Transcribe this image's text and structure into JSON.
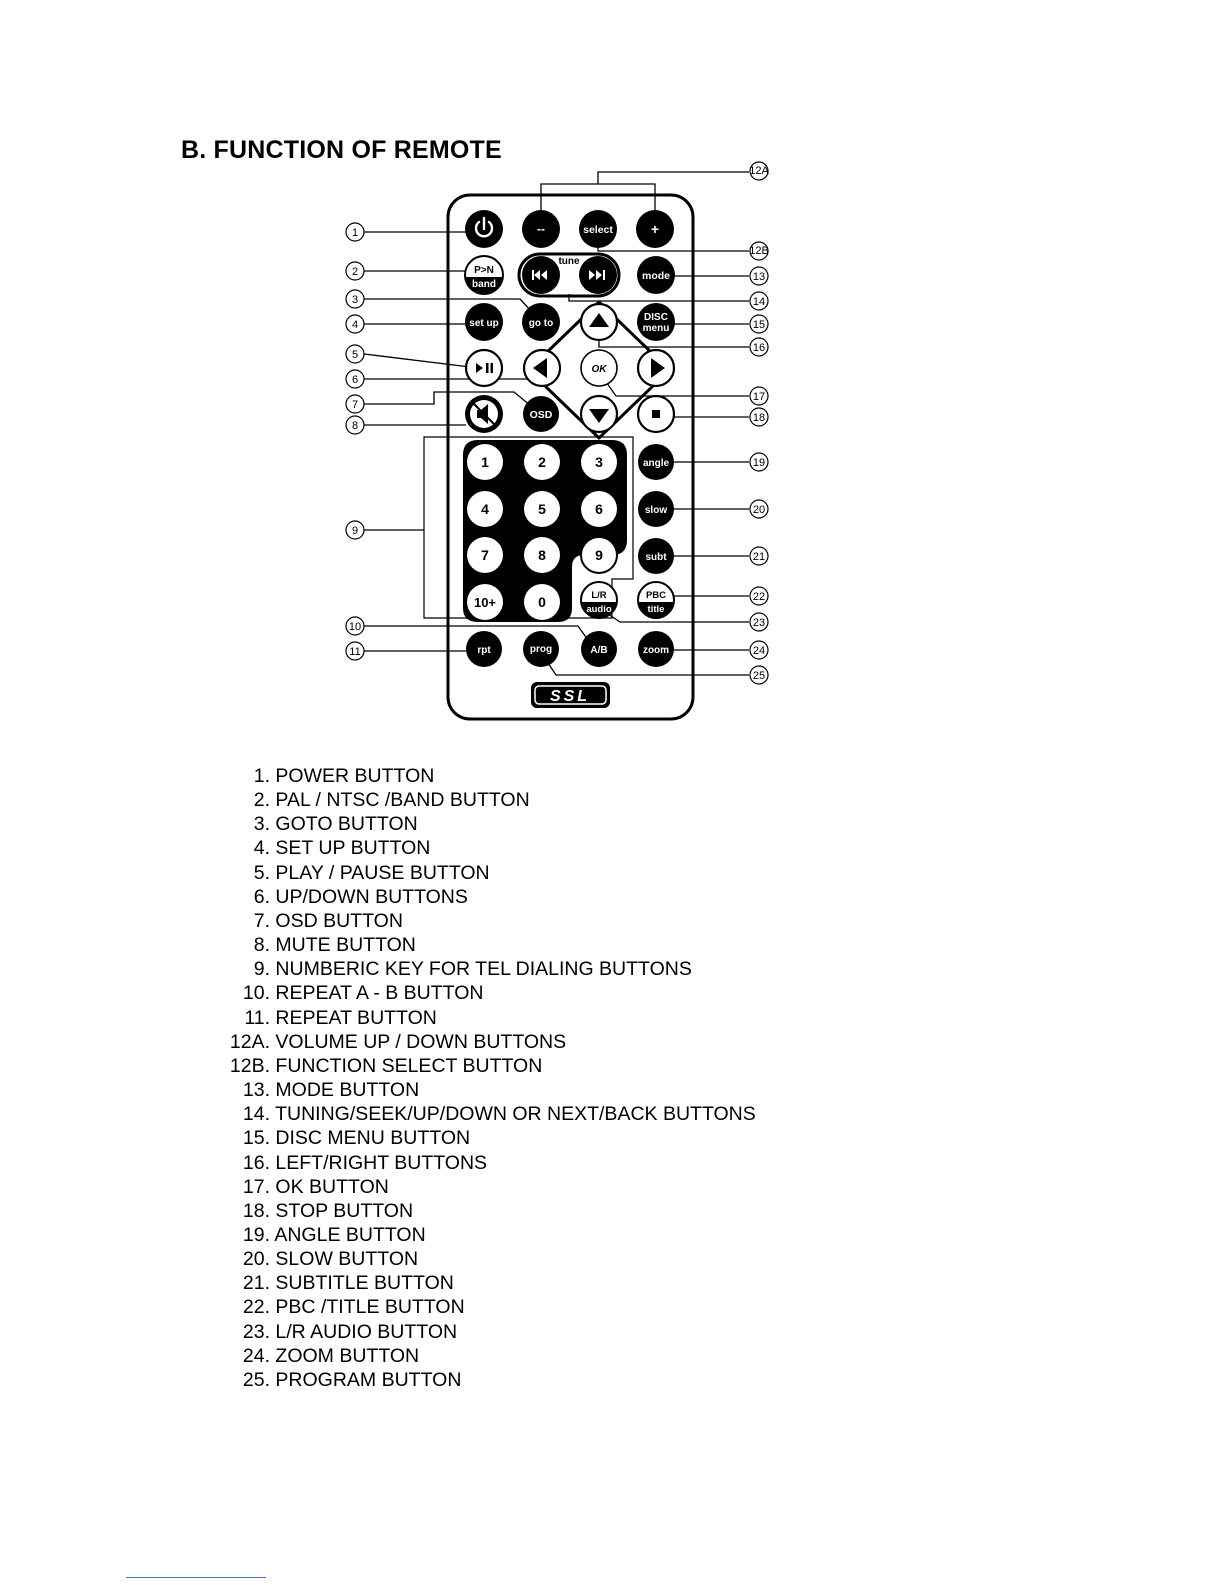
{
  "page": {
    "title": "B.  FUNCTION OF REMOTE",
    "brand_logo": "SSL"
  },
  "remote": {
    "buttons": [
      {
        "id": "power",
        "label": "",
        "icon": "power-icon",
        "callout": "1"
      },
      {
        "id": "vol-down",
        "label": "--",
        "callout": "12A"
      },
      {
        "id": "select",
        "label": "select",
        "callout": "12B"
      },
      {
        "id": "vol-up",
        "label": "+",
        "callout": "12A"
      },
      {
        "id": "pn-band",
        "label_top": "P>N",
        "label_bottom": "band",
        "callout": "2"
      },
      {
        "id": "tune-group",
        "label": "tune",
        "callout": "14"
      },
      {
        "id": "prev",
        "label": "",
        "icon": "skip-back-icon",
        "callout": "14"
      },
      {
        "id": "next",
        "label": "",
        "icon": "skip-forward-icon",
        "callout": "14"
      },
      {
        "id": "mode",
        "label": "mode",
        "callout": "13"
      },
      {
        "id": "setup",
        "label": "set up",
        "callout": "4"
      },
      {
        "id": "goto",
        "label": "go to",
        "callout": "3"
      },
      {
        "id": "disc-menu",
        "label_top": "DISC",
        "label_bottom": "menu",
        "callout": "15"
      },
      {
        "id": "up",
        "label": "",
        "icon": "arrow-up-icon",
        "callout": "16"
      },
      {
        "id": "play-pause",
        "label": "",
        "icon": "play-pause-icon",
        "callout": "5"
      },
      {
        "id": "left",
        "label": "",
        "icon": "arrow-left-icon",
        "callout": "6"
      },
      {
        "id": "ok",
        "label": "OK",
        "callout": "17"
      },
      {
        "id": "right",
        "label": "",
        "icon": "arrow-right-icon",
        "callout": "16"
      },
      {
        "id": "mute",
        "label": "",
        "icon": "mute-icon",
        "callout": "8"
      },
      {
        "id": "osd",
        "label": "OSD",
        "callout": "7"
      },
      {
        "id": "down",
        "label": "",
        "icon": "arrow-down-icon",
        "callout": "6"
      },
      {
        "id": "stop",
        "label": "",
        "icon": "stop-icon",
        "callout": "18"
      },
      {
        "id": "angle",
        "label": "angle",
        "callout": "19"
      },
      {
        "id": "slow",
        "label": "slow",
        "callout": "20"
      },
      {
        "id": "subt",
        "label": "subt",
        "callout": "21"
      },
      {
        "id": "lr-audio",
        "label_top": "L/R",
        "label_bottom": "audio",
        "callout": "23"
      },
      {
        "id": "pbc-title",
        "label_top": "PBC",
        "label_bottom": "title",
        "callout": "22"
      },
      {
        "id": "rpt",
        "label": "rpt",
        "callout": "11"
      },
      {
        "id": "prog",
        "label": "prog",
        "callout": "25"
      },
      {
        "id": "ab",
        "label": "A/B",
        "callout": "10"
      },
      {
        "id": "zoom",
        "label": "zoom",
        "callout": "24"
      }
    ],
    "keypad": [
      "1",
      "2",
      "3",
      "4",
      "5",
      "6",
      "7",
      "8",
      "9",
      "10+",
      "0"
    ],
    "keypad_callout": "9"
  },
  "legend": [
    {
      "num": "1.",
      "text": "POWER  BUTTON"
    },
    {
      "num": "2.",
      "text": "PAL / NTSC /BAND BUTTON"
    },
    {
      "num": "3.",
      "text": "GOTO BUTTON"
    },
    {
      "num": "4.",
      "text": "SET UP BUTTON"
    },
    {
      "num": "5.",
      "text": "PLAY / PAUSE BUTTON"
    },
    {
      "num": "6.",
      "text": "UP/DOWN BUTTONS"
    },
    {
      "num": "7.",
      "text": "OSD BUTTON"
    },
    {
      "num": "8.",
      "text": "MUTE  BUTTON"
    },
    {
      "num": "9.",
      "text": "NUMBERIC KEY FOR TEL DIALING BUTTONS"
    },
    {
      "num": "10.",
      "text": "REPEAT A - B BUTTON"
    },
    {
      "num": "11.",
      "text": "REPEAT BUTTON"
    },
    {
      "num": "12A.",
      "text": "VOLUME UP / DOWN BUTTONS"
    },
    {
      "num": "12B.",
      "text": "FUNCTION SELECT BUTTON"
    },
    {
      "num": "13.",
      "text": "MODE BUTTON"
    },
    {
      "num": "14.",
      "text": "TUNING/SEEK/UP/DOWN OR NEXT/BACK BUTTONS"
    },
    {
      "num": "15.",
      "text": "DISC MENU BUTTON"
    },
    {
      "num": "16.",
      "text": "LEFT/RIGHT BUTTONS"
    },
    {
      "num": "17.",
      "text": "OK BUTTON"
    },
    {
      "num": "18.",
      "text": " STOP BUTTON"
    },
    {
      "num": "19.",
      "text": " ANGLE BUTTON"
    },
    {
      "num": "20.",
      "text": "SLOW BUTTON"
    },
    {
      "num": "21.",
      "text": "SUBTITLE  BUTTON"
    },
    {
      "num": "22.",
      "text": "PBC /TITLE BUTTON"
    },
    {
      "num": "23.",
      "text": "L/R  AUDIO BUTTON"
    },
    {
      "num": "24.",
      "text": "ZOOM BUTTON"
    },
    {
      "num": "25.",
      "text": "PROGRAM BUTTON"
    }
  ]
}
